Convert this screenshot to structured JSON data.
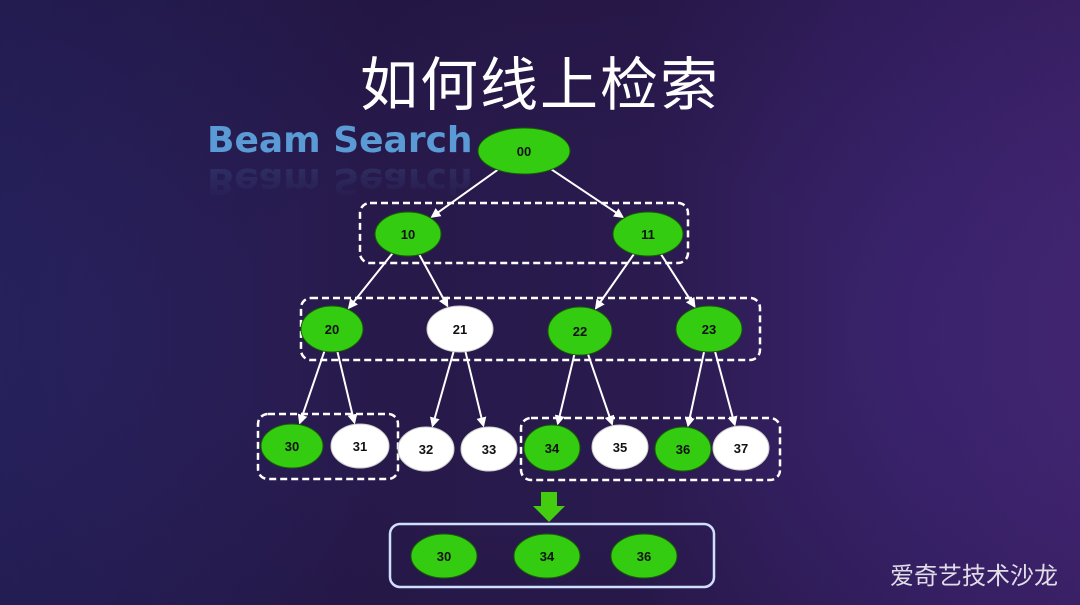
{
  "title": "如何线上检索",
  "subtitle": "Beam Search",
  "watermark": "爱奇艺技术沙龙",
  "colors": {
    "selected": "#33cc11",
    "unselected": "#ffffff",
    "edge": "#ffffff",
    "beam_box": "#ffffff",
    "result_box": "#cfe0ff",
    "arrow": "#44cc11"
  },
  "nodes": [
    {
      "id": "00",
      "label": "00",
      "selected": true
    },
    {
      "id": "10",
      "label": "10",
      "selected": true
    },
    {
      "id": "11",
      "label": "11",
      "selected": true
    },
    {
      "id": "20",
      "label": "20",
      "selected": true
    },
    {
      "id": "21",
      "label": "21",
      "selected": false
    },
    {
      "id": "22",
      "label": "22",
      "selected": true
    },
    {
      "id": "23",
      "label": "23",
      "selected": true
    },
    {
      "id": "30",
      "label": "30",
      "selected": true
    },
    {
      "id": "31",
      "label": "31",
      "selected": false
    },
    {
      "id": "32",
      "label": "32",
      "selected": false
    },
    {
      "id": "33",
      "label": "33",
      "selected": false
    },
    {
      "id": "34",
      "label": "34",
      "selected": true
    },
    {
      "id": "35",
      "label": "35",
      "selected": false
    },
    {
      "id": "36",
      "label": "36",
      "selected": true
    },
    {
      "id": "37",
      "label": "37",
      "selected": false
    }
  ],
  "edges": [
    [
      "00",
      "10"
    ],
    [
      "00",
      "11"
    ],
    [
      "10",
      "20"
    ],
    [
      "10",
      "21"
    ],
    [
      "11",
      "22"
    ],
    [
      "11",
      "23"
    ],
    [
      "20",
      "30"
    ],
    [
      "20",
      "31"
    ],
    [
      "21",
      "32"
    ],
    [
      "21",
      "33"
    ],
    [
      "22",
      "34"
    ],
    [
      "22",
      "35"
    ],
    [
      "23",
      "36"
    ],
    [
      "23",
      "37"
    ]
  ],
  "result": [
    "30",
    "34",
    "36"
  ]
}
